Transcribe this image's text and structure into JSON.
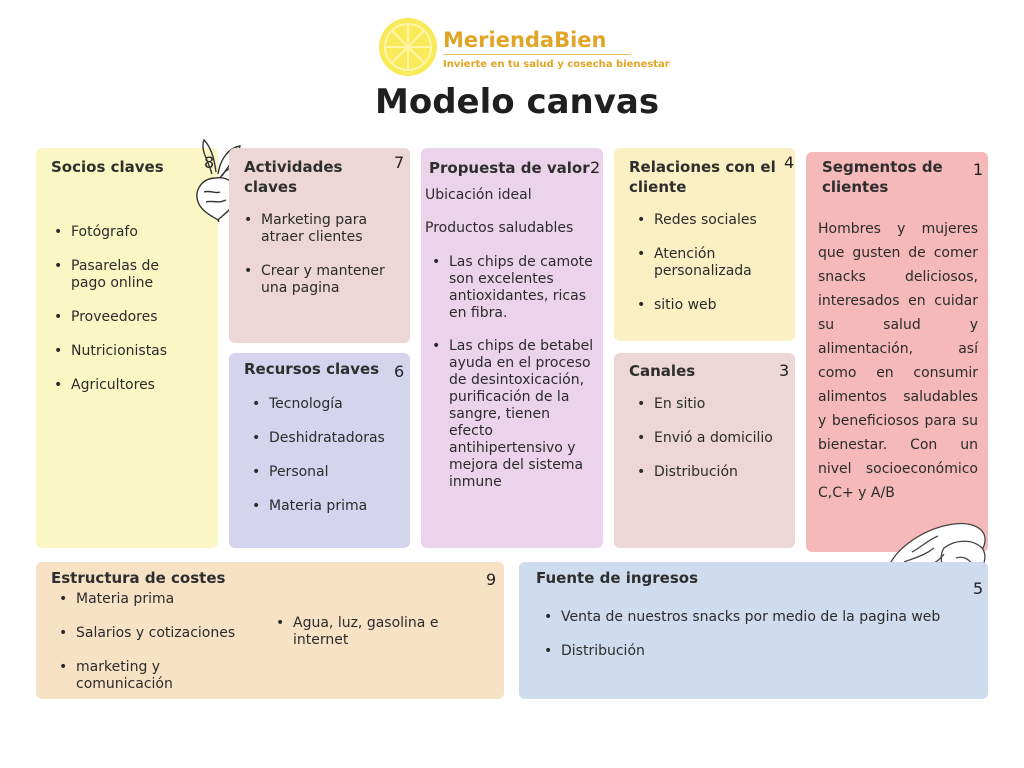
{
  "brand": {
    "name": "MeriendaBien",
    "tagline": "Invierte en tu salud y cosecha bienestar"
  },
  "page": {
    "title": "Modelo canvas"
  },
  "colors": {
    "socios": "#fbf7c4",
    "actividades": "#ecd6d6",
    "recursos": "#d4d4ee",
    "propuesta": "#ecd3ec",
    "relaciones": "#fbefc4",
    "canales": "#ecd6d6",
    "segmentos": "#f5b9b9",
    "costes": "#f7e2c6",
    "ingresos": "#cfdced",
    "brand": "#e0a526",
    "logo_circle": "#f9ea5a"
  },
  "socios": {
    "title": "Socios claves",
    "number": "8",
    "items": [
      "Fotógrafo",
      "Pasarelas de pago online",
      "Proveedores",
      "Nutricionistas",
      "Agricultores"
    ]
  },
  "actividades": {
    "title": "Actividades claves",
    "number": "7",
    "items": [
      "Marketing para atraer clientes",
      "Crear y mantener una pagina"
    ]
  },
  "recursos": {
    "title": "Recursos claves",
    "number": "6",
    "items": [
      "Tecnología",
      "Deshidratadoras",
      "Personal",
      "Materia prima"
    ]
  },
  "propuesta": {
    "title": "Propuesta de valor",
    "number": "2",
    "lines": [
      "Ubicación ideal",
      "Productos saludables"
    ],
    "items": [
      "Las chips de camote son excelentes antioxidantes, ricas en fibra.",
      "Las chips de betabel ayuda en el proceso de desintoxicación, purificación de la sangre, tienen efecto antihipertensivo y mejora del sistema inmune"
    ]
  },
  "relaciones": {
    "title": "Relaciones con el cliente",
    "number": "4",
    "items": [
      "Redes sociales",
      "Atención personalizada",
      "sitio web"
    ]
  },
  "canales": {
    "title": "Canales",
    "number": "3",
    "items": [
      "En sitio",
      "Envió a domicilio",
      "Distribución"
    ]
  },
  "segmentos": {
    "title": "Segmentos de clientes",
    "number": "1",
    "text": "Hombres y mujeres que gusten de comer snacks deliciosos, interesados en cuidar su salud y alimentación, así como en consumir alimentos saludables y beneficiosos para su bienestar. Con un nivel socioeconómico C,C+ y A/B"
  },
  "costes": {
    "title": "Estructura de costes",
    "number": "9",
    "items_left": [
      "Materia prima",
      "Salarios y cotizaciones",
      "marketing y comunicación"
    ],
    "items_right": [
      "Agua, luz, gasolina e internet"
    ]
  },
  "ingresos": {
    "title": "Fuente de ingresos",
    "number": "5",
    "items": [
      "Venta de nuestros snacks por medio de la pagina web",
      "Distribución"
    ]
  },
  "icons": {
    "logo": "lemon-slice-icon",
    "beet": "beet-illustration",
    "sweet_potato": "sweet-potato-illustration"
  }
}
